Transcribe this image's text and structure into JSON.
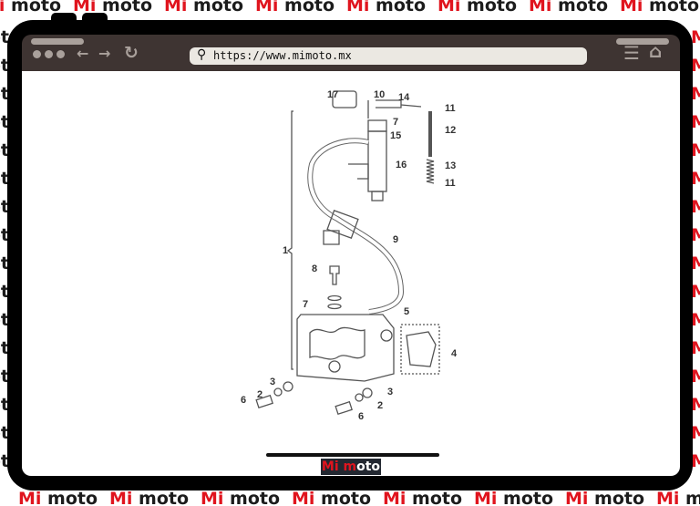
{
  "watermark": {
    "mi": "Mi",
    "moto": "moto"
  },
  "browser": {
    "url": "https://www.mimoto.mx",
    "icons": [
      "dots-icon",
      "back-arrow-icon",
      "forward-arrow-icon",
      "reload-icon",
      "search-icon",
      "menu-icon",
      "home-icon"
    ]
  },
  "brand": {
    "mi": "Mi",
    "m": "m",
    "oto": "oto",
    "accent": "#e0141e",
    "badge_bg": "#232831"
  },
  "diagram": {
    "callouts": [
      "17",
      "10",
      "14",
      "11",
      "7",
      "12",
      "15",
      "16",
      "13",
      "11",
      "9",
      "1",
      "8",
      "7",
      "5",
      "4",
      "3",
      "2",
      "6",
      "3",
      "2",
      "6"
    ]
  }
}
